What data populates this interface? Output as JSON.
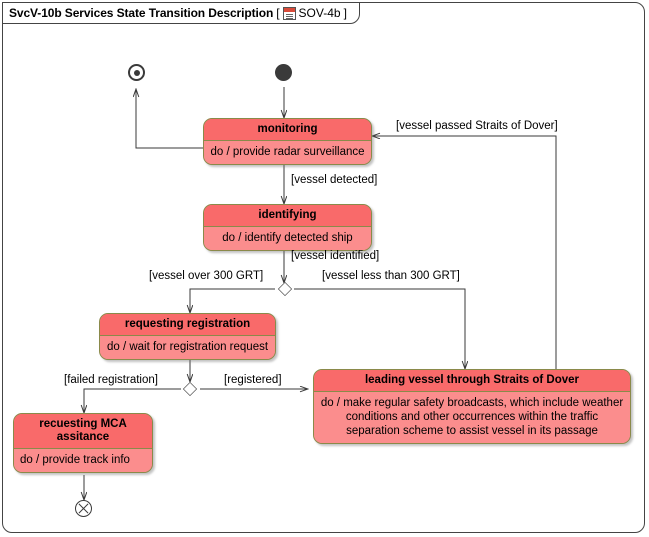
{
  "diagram": {
    "title": "SvcV-10b Services State Transition Description",
    "bracket_open": "[",
    "bracket_close": "]",
    "tag": "SOV-4b",
    "tag_icon": "document-list-icon",
    "colors": {
      "state_header": "#f96a6a",
      "state_body": "#fb8d8d",
      "state_border": "#8a8a4a",
      "frame_border": "#444444",
      "edge": "#3a3a3a",
      "background": "#ffffff"
    }
  },
  "states": [
    {
      "id": "monitoring",
      "name": "monitoring",
      "activity": "do / provide radar surveillance"
    },
    {
      "id": "identifying",
      "name": "identifying",
      "activity": "do / identify detected ship"
    },
    {
      "id": "requesting-registration",
      "name": "requesting registration",
      "activity": "do / wait for registration request"
    },
    {
      "id": "leading-vessel",
      "name": "leading vessel through Straits of Dover",
      "activity": "do / make regular safety broadcasts, which include weather conditions and other occurrences within the traffic separation scheme to assist vessel in its passage"
    },
    {
      "id": "requesting-mca",
      "name_line1": "recuesting MCA",
      "name_line2": "assitance",
      "activity": "do / provide track info"
    }
  ],
  "pseudostates": [
    {
      "id": "initial",
      "kind": "initial-state"
    },
    {
      "id": "final",
      "kind": "final-state"
    },
    {
      "id": "terminate",
      "kind": "terminate-node"
    },
    {
      "id": "choice-1",
      "kind": "choice-node"
    },
    {
      "id": "choice-2",
      "kind": "choice-node"
    }
  ],
  "transitions": [
    {
      "id": "t-vessel-detected",
      "guard": "[vessel detected]"
    },
    {
      "id": "t-vessel-identified",
      "guard": "[vessel identified]"
    },
    {
      "id": "t-vessel-over-300",
      "guard": "[vessel over 300 GRT]"
    },
    {
      "id": "t-vessel-less-300",
      "guard": "[vessel less than 300 GRT]"
    },
    {
      "id": "t-failed-registration",
      "guard": "[failed registration]"
    },
    {
      "id": "t-registered",
      "guard": "[registered]"
    },
    {
      "id": "t-vessel-passed",
      "guard": "[vessel passed Straits of Dover]"
    }
  ]
}
